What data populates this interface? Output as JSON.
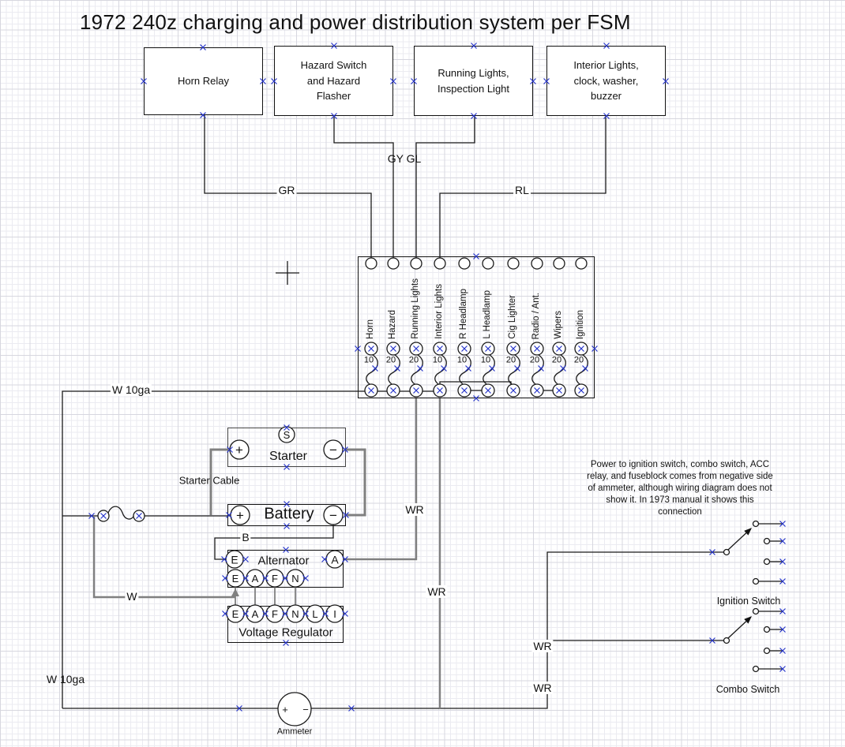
{
  "title": "1972 240z charging and power distribution system per FSM",
  "top_boxes": [
    {
      "label": "Horn Relay"
    },
    {
      "label": "Hazard Switch\nand Hazard\nFlasher"
    },
    {
      "label": "Running Lights,\nInspection Light"
    },
    {
      "label": "Interior Lights,\nclock, washer,\nbuzzer"
    }
  ],
  "wire_labels": {
    "gr": "GR",
    "gy_gl": "GY GL",
    "rl": "RL",
    "w10ga_top": "W 10ga",
    "w10ga_bottom": "W 10ga",
    "wr_alternator": "WR",
    "wr_ammeter": "WR",
    "wr_ignition": "WR",
    "wr_combo": "WR",
    "b": "B",
    "w": "W",
    "starter_cable": "Starter Cable"
  },
  "fuse_block": {
    "circuits": [
      {
        "name": "Horn",
        "amp": "10"
      },
      {
        "name": "Hazard",
        "amp": "20"
      },
      {
        "name": "Running Lights",
        "amp": "20"
      },
      {
        "name": "Interior Lights",
        "amp": "10"
      },
      {
        "name": "R Headlamp",
        "amp": "10"
      },
      {
        "name": "L Headlamp",
        "amp": "10"
      },
      {
        "name": "Cig Lighter",
        "amp": "20"
      },
      {
        "name": "Radio / Ant.",
        "amp": "20"
      },
      {
        "name": "Wipers",
        "amp": "20"
      },
      {
        "name": "Ignition",
        "amp": "20"
      }
    ]
  },
  "components": {
    "starter": {
      "label": "Starter",
      "terminal_s": "S",
      "plus": "+",
      "minus": "−"
    },
    "battery": {
      "label": "Battery",
      "plus": "+",
      "minus": "−"
    },
    "alternator": {
      "label": "Alternator",
      "top_terminals": [
        "E",
        "A"
      ],
      "bottom_terminals": [
        "E",
        "A",
        "F",
        "N"
      ]
    },
    "voltage_regulator": {
      "label": "Voltage Regulator",
      "terminals": [
        "E",
        "A",
        "F",
        "N",
        "L",
        "I"
      ]
    },
    "ammeter": {
      "label": "Ammeter",
      "plus": "+",
      "minus": "−"
    }
  },
  "switches": {
    "ignition_label": "Ignition Switch",
    "combo_label": "Combo Switch"
  },
  "note": "Power to ignition switch, combo switch, ACC\nrelay, and fuseblock comes from negative side\nof ammeter, although wiring diagram does not\nshow it.  In 1973 manual it shows this\nconnection"
}
